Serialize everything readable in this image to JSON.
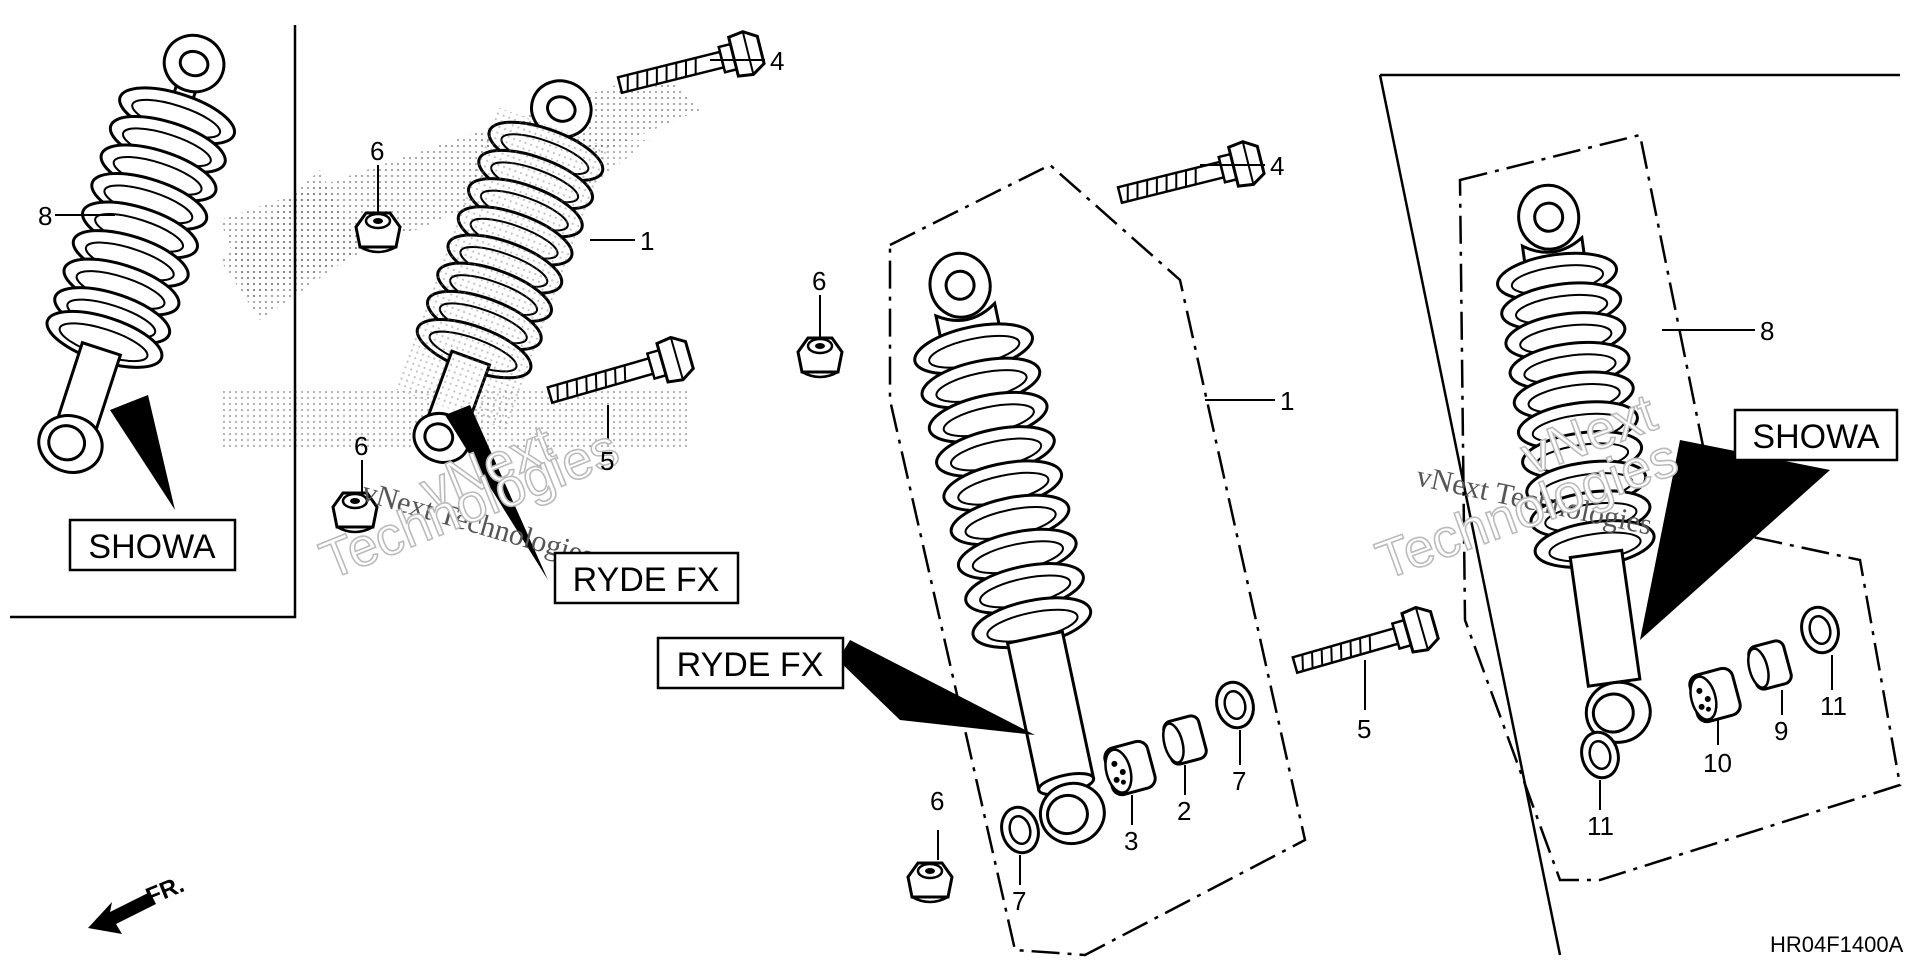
{
  "diagram_code": "HR04F1400A",
  "front_indicator": "FR.",
  "watermark": {
    "line1": "vNext Technologies",
    "line2": "vNext",
    "line3": "Technologies"
  },
  "brand_labels": {
    "showa": "SHOWA",
    "ryde": "RYDE FX"
  },
  "callouts": {
    "n1": "1",
    "n2": "2",
    "n3": "3",
    "n4": "4",
    "n5": "5",
    "n6": "6",
    "n7": "7",
    "n8": "8",
    "n9": "9",
    "n10": "10",
    "n11": "11"
  }
}
